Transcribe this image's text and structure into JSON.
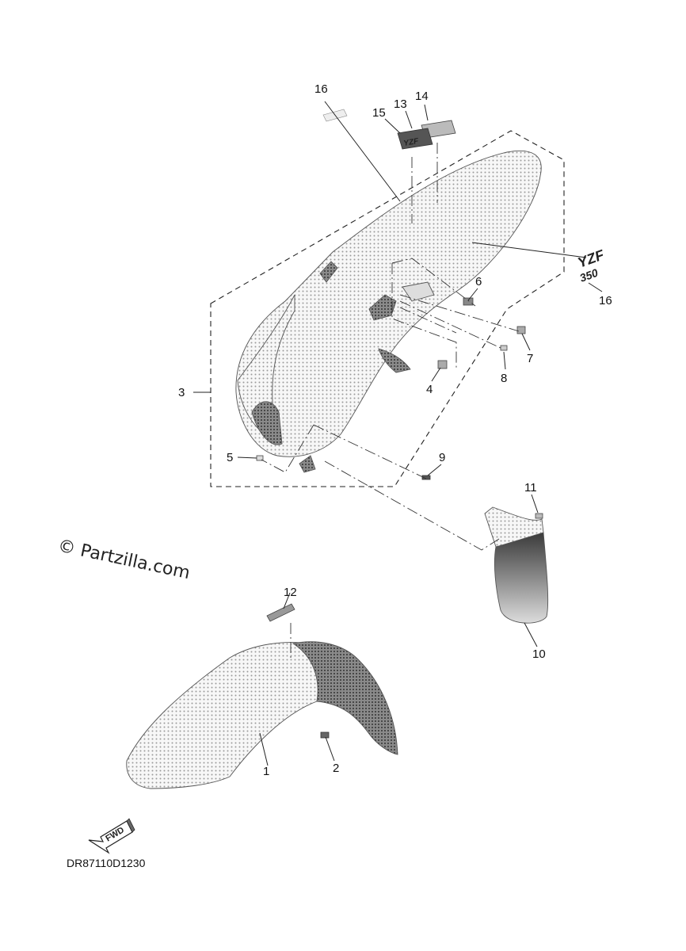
{
  "watermark": "© Partzilla.com",
  "diagram_code": "DR87110D1230",
  "fwd_label": "FWD",
  "decals": {
    "rear_side": "YZF",
    "rear_number": "350",
    "top": "YZF"
  },
  "callouts": {
    "c1": "1",
    "c2": "2",
    "c3": "3",
    "c4": "4",
    "c5": "5",
    "c6": "6",
    "c7": "7",
    "c8": "8",
    "c9": "9",
    "c10": "10",
    "c11": "11",
    "c12": "12",
    "c13": "13",
    "c14": "14",
    "c15": "15",
    "c16a": "16",
    "c16b": "16"
  },
  "colors": {
    "line": "#222222",
    "fill_light": "#eeeeee",
    "fill_dark": "#555555"
  }
}
